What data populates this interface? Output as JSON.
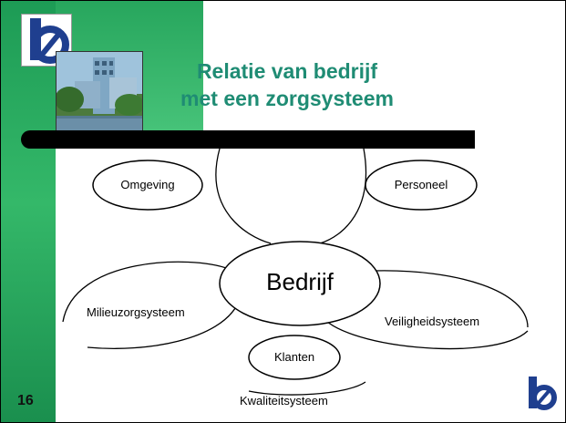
{
  "slide": {
    "title_line1": "Relatie van bedrijf",
    "title_line2": "met een zorgsysteem",
    "number": "16"
  },
  "diagram": {
    "center": "Bedrijf",
    "nodes": {
      "omgeving": "Omgeving",
      "personeel": "Personeel",
      "klanten": "Klanten"
    },
    "systems": {
      "milieu": "Milieuzorgsysteem",
      "veiligheid": "Veiligheidsysteem",
      "kwaliteit": "Kwaliteitsysteem"
    }
  },
  "colors": {
    "title": "#1f8c74",
    "sidebar_green": "#2aad60",
    "logo_blue": "#1f3f8f"
  },
  "icons": {
    "logo_top": "logo-b-icon",
    "logo_bottom": "logo-b-icon"
  }
}
